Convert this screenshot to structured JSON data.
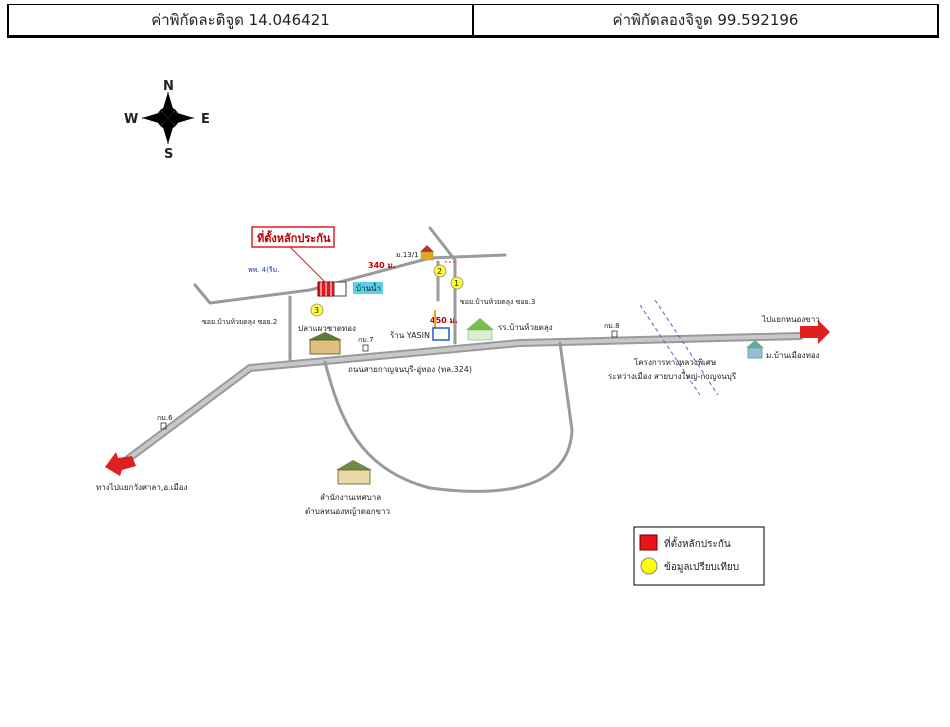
{
  "coordinates": {
    "latitude": "ค่าพิกัดละติจูด 14.046421",
    "longitude": "ค่าพิกัดลองจิจูด 99.592196"
  },
  "compass": {
    "north": "N",
    "south": "S",
    "east": "E",
    "west": "W"
  },
  "map": {
    "benchmark_title": "ที่ตั้งหลักประกัน",
    "dist_340": "340 ม.",
    "dist_450": "450 ม.",
    "moo13": "ม.13/1",
    "pos4": "พพ. 4(รีม.",
    "soi2": "ซอย.บ้านห้วยตลุง ซอย.2",
    "soi3": "ซอย.บ้านห้วยตลุง ซอย.3",
    "house_tag": "บ้านน้ำ",
    "pala": "ปลาแผวชาดทอง",
    "yasin": "ร้าน YASIN",
    "school": "รร.บ้านห้วยตลุง",
    "km8": "กม.8",
    "km7": "กม.7",
    "km6": "กม.6",
    "road_main": "ถนนสายกาญจนบุรี-อู่ทอง (ทล.324)",
    "to_east": "ไปแยกหนองขาว",
    "to_west": "ทางไปแยกวังศาลา,อ.เมือง",
    "village": "ม.บ้านเมืองทอง",
    "project_l1": "โครงการทางหลวงพิเศษ",
    "project_l2": "ระหว่างเมือง สายบางใหญ่-กาญจนบุรี",
    "office_l1": "สำนักงานเทศบาล",
    "office_l2": "ตำบลหนองหญ้าดอกขาว",
    "markers": [
      "1",
      "2",
      "3"
    ]
  },
  "legend": {
    "items": [
      {
        "label": "ที่ตั้งหลักประกัน",
        "color": "#e8141c"
      },
      {
        "label": "ข้อมูลเปรียบเทียบ",
        "color": "#ffff00"
      }
    ]
  },
  "colors": {
    "road": "#9a9a9a",
    "arrow": "#e02020",
    "text_red": "#c00000",
    "marker": "#ffff33"
  }
}
